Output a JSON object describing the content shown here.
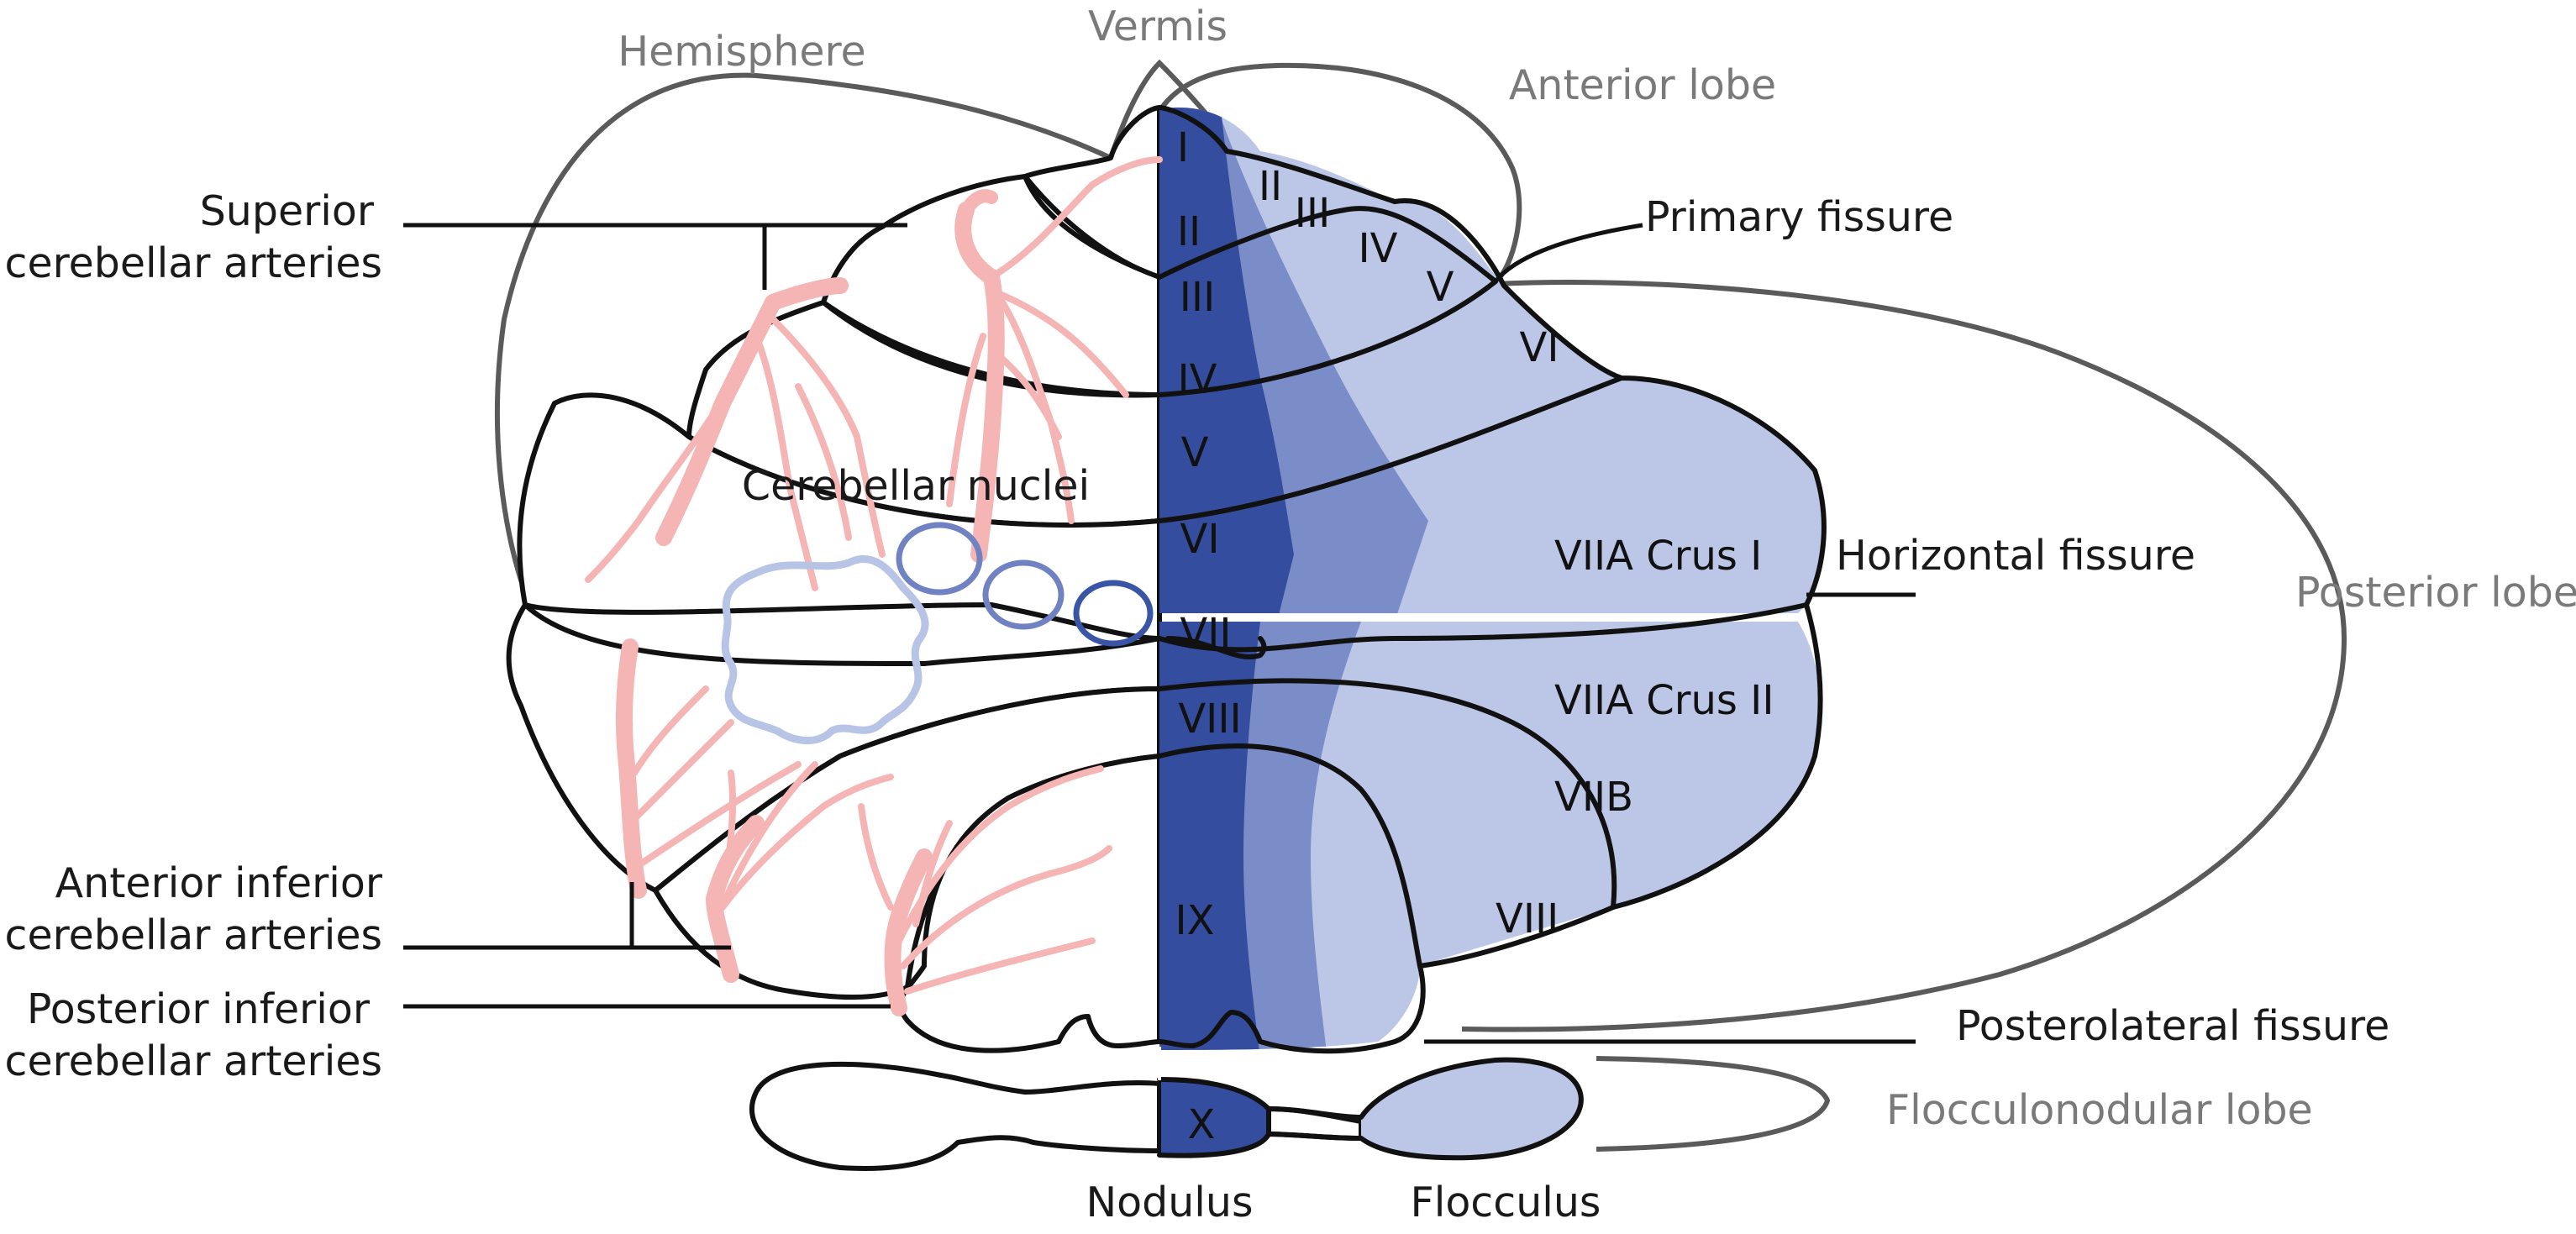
{
  "diagram": {
    "top_labels": {
      "vermis": "Vermis",
      "hemisphere": "Hemisphere",
      "anterior_lobe": "Anterior lobe"
    },
    "left_labels": {
      "superior_line1": "Superior",
      "superior_line2": "cerebellar arteries",
      "aica_line1": "Anterior inferior",
      "aica_line2": "cerebellar arteries",
      "pica_line1": "Posterior inferior",
      "pica_line2": "cerebellar arteries"
    },
    "right_labels": {
      "primary_fissure": "Primary fissure",
      "horizontal_fissure": "Horizontal fissure",
      "posterior_lobe": "Posterior lobe",
      "posterolateral_fissure": "Posterolateral fissure",
      "flocculonodular_lobe": "Flocculonodular lobe"
    },
    "center_labels": {
      "cerebellar_nuclei": "Cerebellar nuclei",
      "nodulus": "Nodulus",
      "flocculus": "Flocculus"
    },
    "vermis_lobules": [
      "I",
      "II",
      "III",
      "IV",
      "V",
      "VI",
      "VII",
      "VIII",
      "IX",
      "X"
    ],
    "hemisphere_lobules": {
      "ii": "II",
      "iii": "III",
      "iv": "IV",
      "v": "V",
      "vi": "VI",
      "viia_crus1": "VIIA  Crus I",
      "viia_crus2": "VIIA  Crus II",
      "viib": "VIIB",
      "viii": "VIII"
    },
    "colors": {
      "vermis": "#344d9f",
      "paravermis": "#7b8dc8",
      "hemisphere": "#bcc7e7",
      "arteries": "#f5b5b5",
      "nuclei_dentate": "#b8c4e6",
      "nuclei_mid": "#7182c3",
      "nuclei_medial": "#3a55a5",
      "lobe_brackets": "#5a5a5a"
    }
  }
}
